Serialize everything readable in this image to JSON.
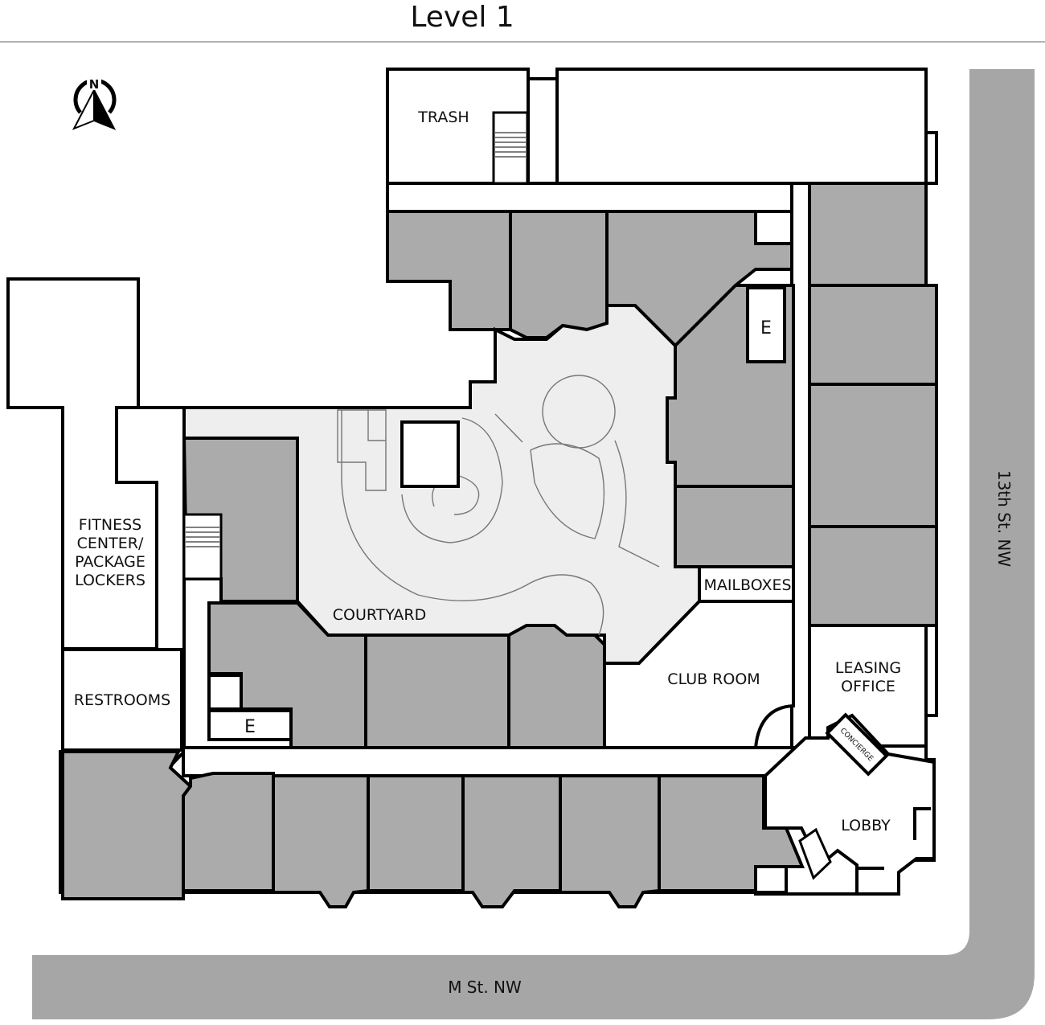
{
  "page": {
    "title": "Level 1"
  },
  "compass": {
    "north_label": "N",
    "icon": "north-arrow-icon"
  },
  "streets": {
    "bottom": "M St. NW",
    "right": "13th St. NW"
  },
  "rooms": {
    "trash": "TRASH",
    "fitness": [
      "FITNESS",
      "CENTER/",
      "PACKAGE",
      "LOCKERS"
    ],
    "restrooms": "RESTROOMS",
    "courtyard": "COURTYARD",
    "mailboxes": "MAILBOXES",
    "club_room": "CLUB ROOM",
    "leasing": [
      "LEASING",
      "OFFICE"
    ],
    "concierge": "CONCIERGE",
    "lobby": "LOBBY",
    "elevator": "E"
  },
  "colors": {
    "unit_fill": "#ababab",
    "street_fill": "#a6a6a6",
    "courtyard_fill": "#eeeeee"
  }
}
